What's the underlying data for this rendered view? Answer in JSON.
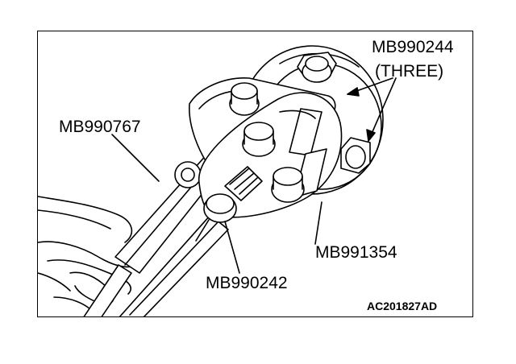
{
  "labels": {
    "mb990244": "MB990244",
    "three": "(THREE)",
    "mb990767": "MB990767",
    "mb991354": "MB991354",
    "mb990242": "MB990242"
  },
  "figure_code": "AC201827AD"
}
